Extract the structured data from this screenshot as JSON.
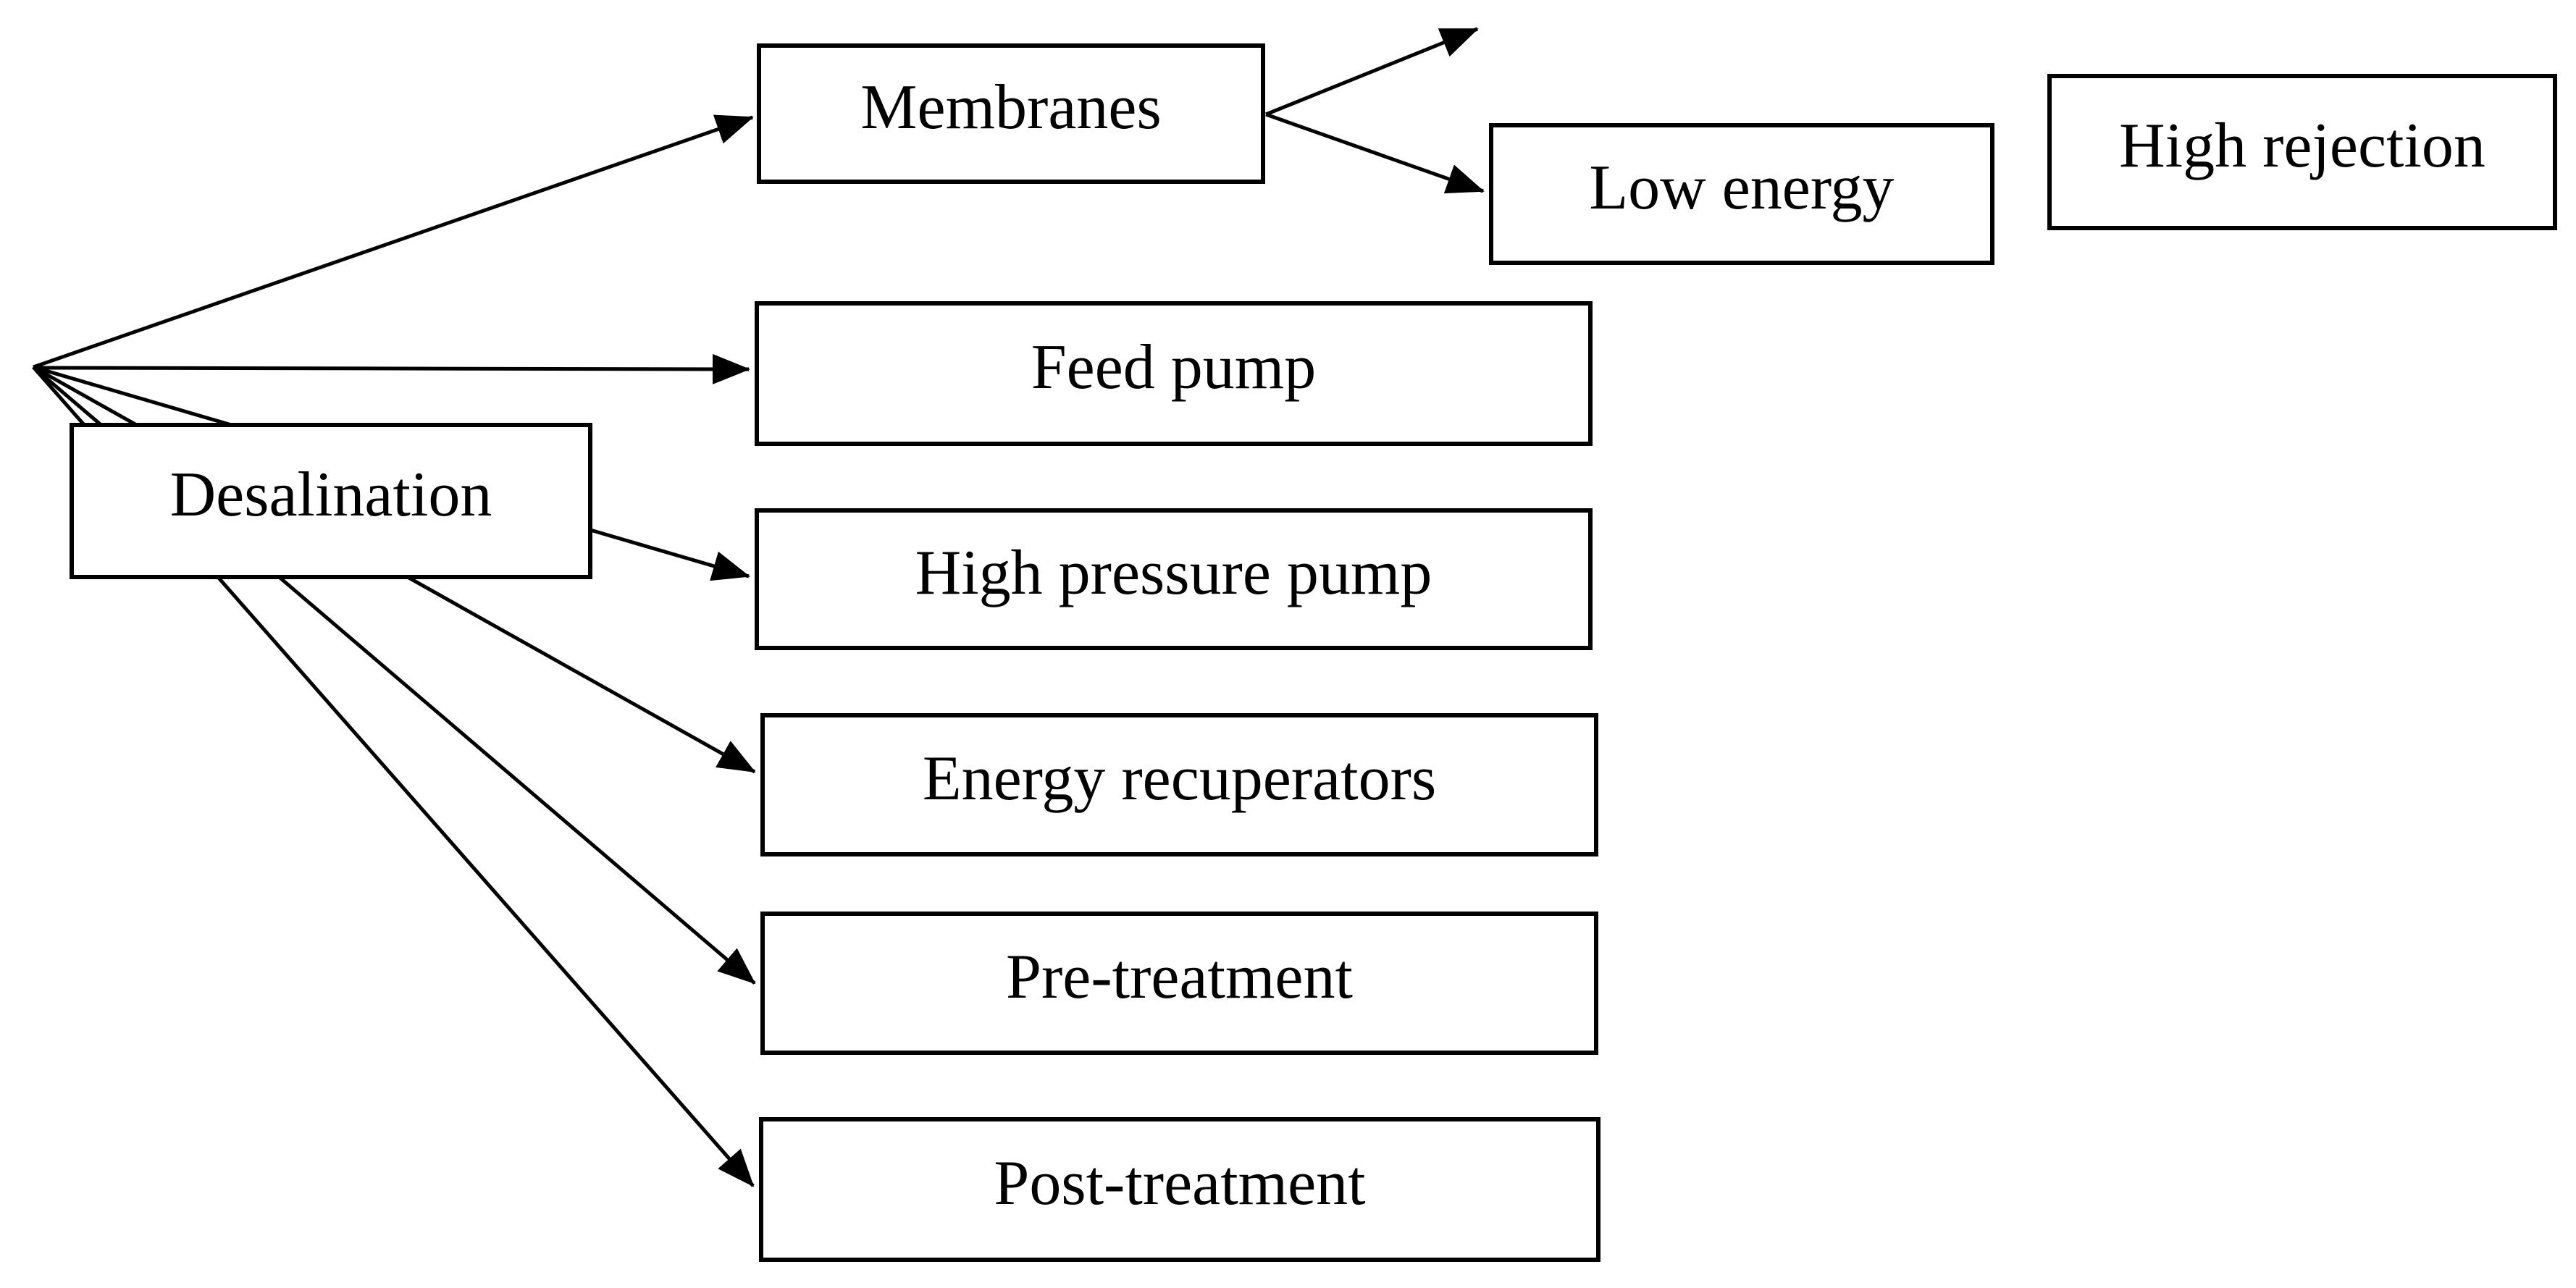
{
  "diagram": {
    "background_color": "#ffffff",
    "line_color": "#000000",
    "box_fill_color": "#ffffff",
    "box_border_color": "#000000",
    "nodes": [
      {
        "id": "desalination",
        "label": "Desalination"
      },
      {
        "id": "membranes",
        "label": "Membranes"
      },
      {
        "id": "low-energy",
        "label": "Low energy"
      },
      {
        "id": "high-rejection",
        "label": "High rejection"
      },
      {
        "id": "feed-pump",
        "label": "Feed pump"
      },
      {
        "id": "high-pressure-pump",
        "label": "High pressure pump"
      },
      {
        "id": "energy-recuperators",
        "label": "Energy recuperators"
      },
      {
        "id": "pre-treatment",
        "label": "Pre-treatment"
      },
      {
        "id": "post-treatment",
        "label": "Post-treatment"
      }
    ],
    "edges": [
      {
        "from": "desalination",
        "to": "membranes"
      },
      {
        "from": "desalination",
        "to": "feed-pump"
      },
      {
        "from": "desalination",
        "to": "high-pressure-pump"
      },
      {
        "from": "desalination",
        "to": "energy-recuperators"
      },
      {
        "from": "desalination",
        "to": "pre-treatment"
      },
      {
        "from": "desalination",
        "to": "post-treatment"
      },
      {
        "from": "membranes",
        "to": "high-rejection"
      },
      {
        "from": "membranes",
        "to": "low-energy"
      }
    ]
  }
}
